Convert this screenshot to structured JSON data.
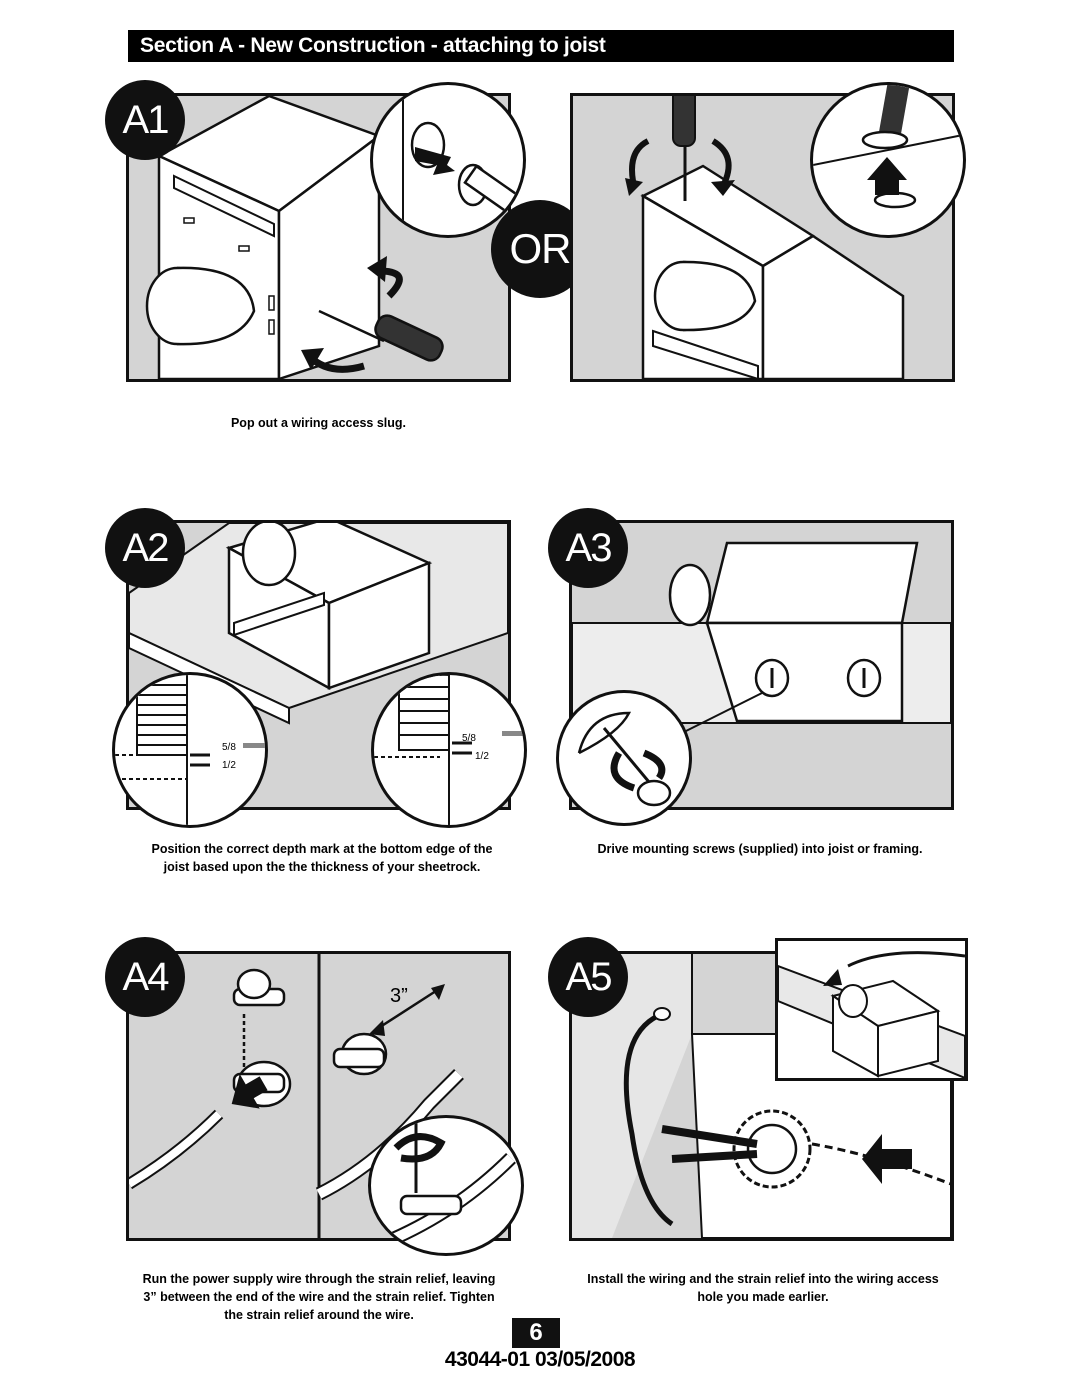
{
  "header": {
    "title": "Section A - New Construction - attaching to joist"
  },
  "steps": {
    "a1": {
      "label": "A1",
      "caption": "Pop out a wiring access slug."
    },
    "or_label": "OR",
    "a2": {
      "label": "A2",
      "caption_line1": "Position the correct depth mark at the bottom edge of the",
      "caption_line2": "joist based upon the the thickness of your sheetrock.",
      "mark_upper": "5/8",
      "mark_lower": "1/2"
    },
    "a3": {
      "label": "A3",
      "caption": "Drive mounting screws (supplied) into joist or framing."
    },
    "a4": {
      "label": "A4",
      "dimension": "3”",
      "caption_line1": "Run the power supply wire through the strain relief, leaving",
      "caption_line2": "3” between the end of the wire and the strain relief. Tighten",
      "caption_line3": "the strain relief around the wire."
    },
    "a5": {
      "label": "A5",
      "caption_line1": "Install the wiring and the strain relief into the wiring access",
      "caption_line2": "hole you made earlier."
    }
  },
  "footer": {
    "page_number": "6",
    "doc_id": "43044-01  03/05/2008"
  },
  "colors": {
    "panel_bg": "#d4d4d4",
    "ink": "#111111",
    "paper": "#ffffff"
  },
  "icons": [
    "screwdriver-icon",
    "rotate-arrow-icon",
    "push-arrow-icon",
    "strain-relief-icon",
    "fan-housing-icon"
  ]
}
